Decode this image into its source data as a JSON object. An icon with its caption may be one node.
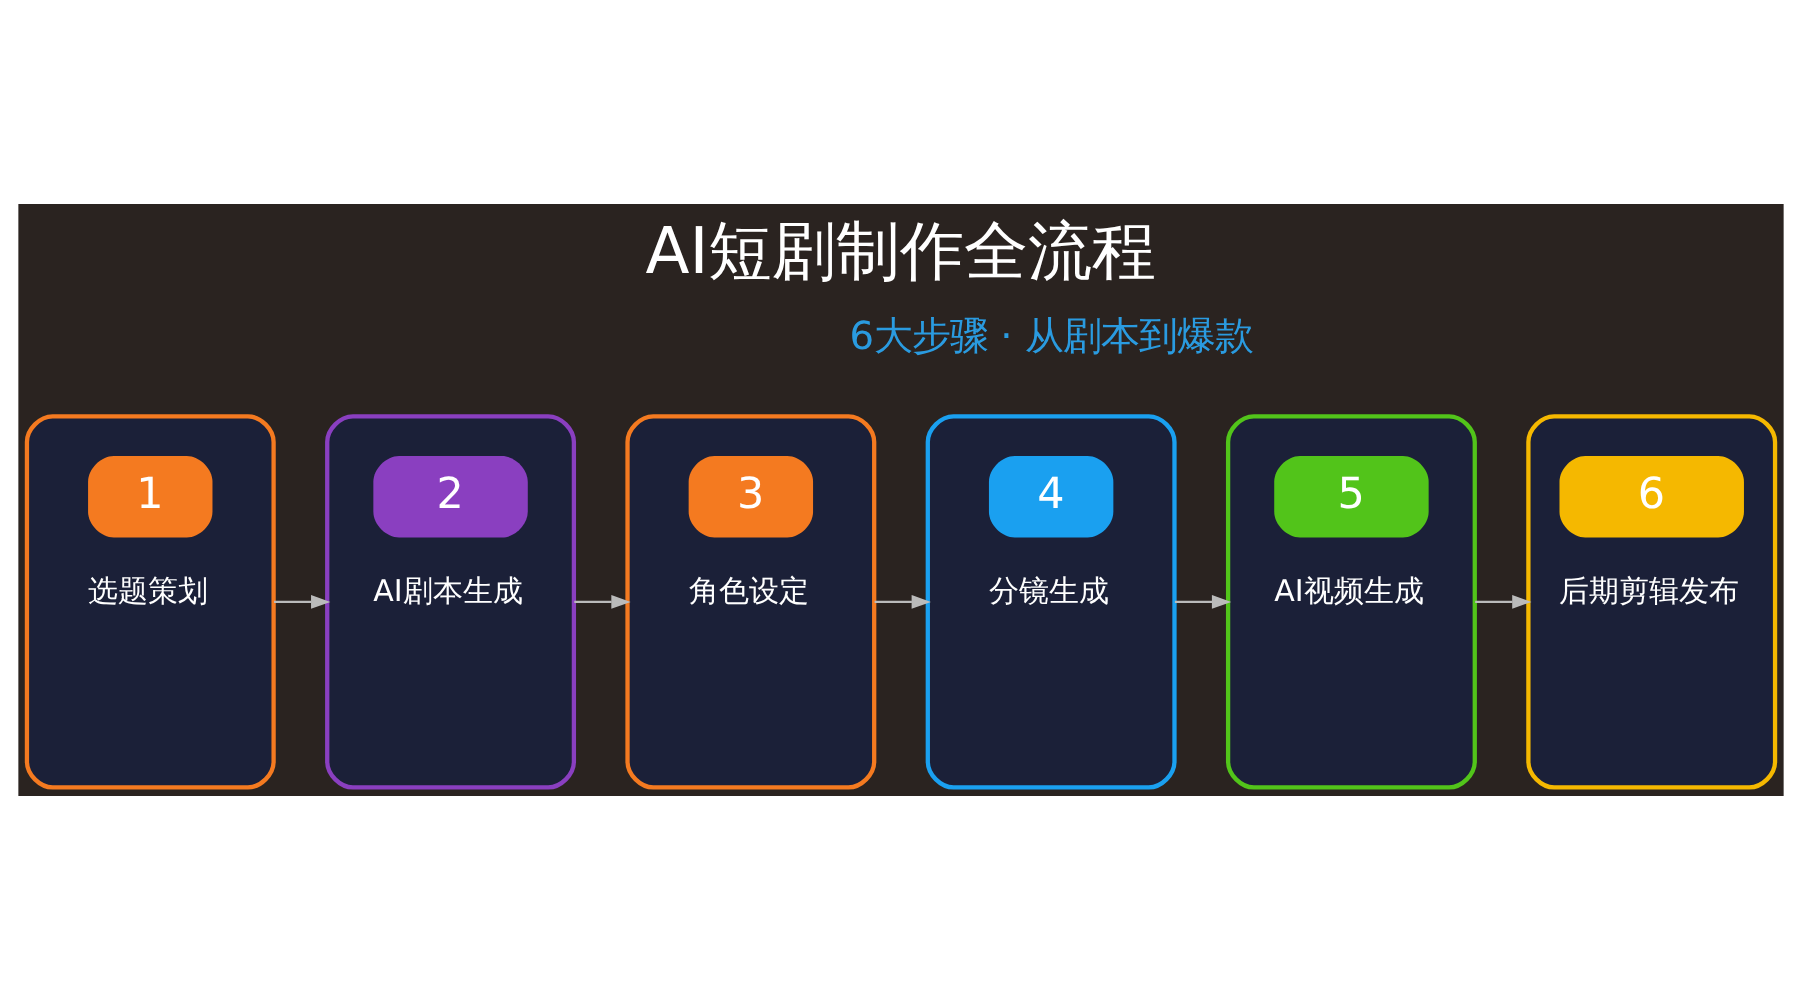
{
  "diagram": {
    "title": "AI短剧制作全流程",
    "nodes": [
      {
        "text": [
          "1",
          "选题策划"
        ]
      },
      {
        "text": [
          "2",
          "AI剧本生成"
        ]
      },
      {
        "text": [
          "3",
          "角色设定"
        ]
      },
      {
        "text": [
          "4",
          "分镜生成"
        ]
      },
      {
        "text": [
          "5",
          "AI视频生成"
        ]
      },
      {
        "text": [
          "6",
          "后期剪辑发布"
        ]
      }
    ],
    "edges": [
      {
        "from": 0,
        "to": 1,
        "arrow": "to"
      },
      {
        "from": 1,
        "to": 2,
        "arrow": "to"
      },
      {
        "from": 2,
        "to": 3,
        "arrow": "to"
      },
      {
        "from": 3,
        "to": 4,
        "arrow": "to"
      },
      {
        "from": 4,
        "to": 5,
        "arrow": "to"
      }
    ],
    "labels": [
      "6大步骤 · 从剧本到爆款"
    ]
  }
}
